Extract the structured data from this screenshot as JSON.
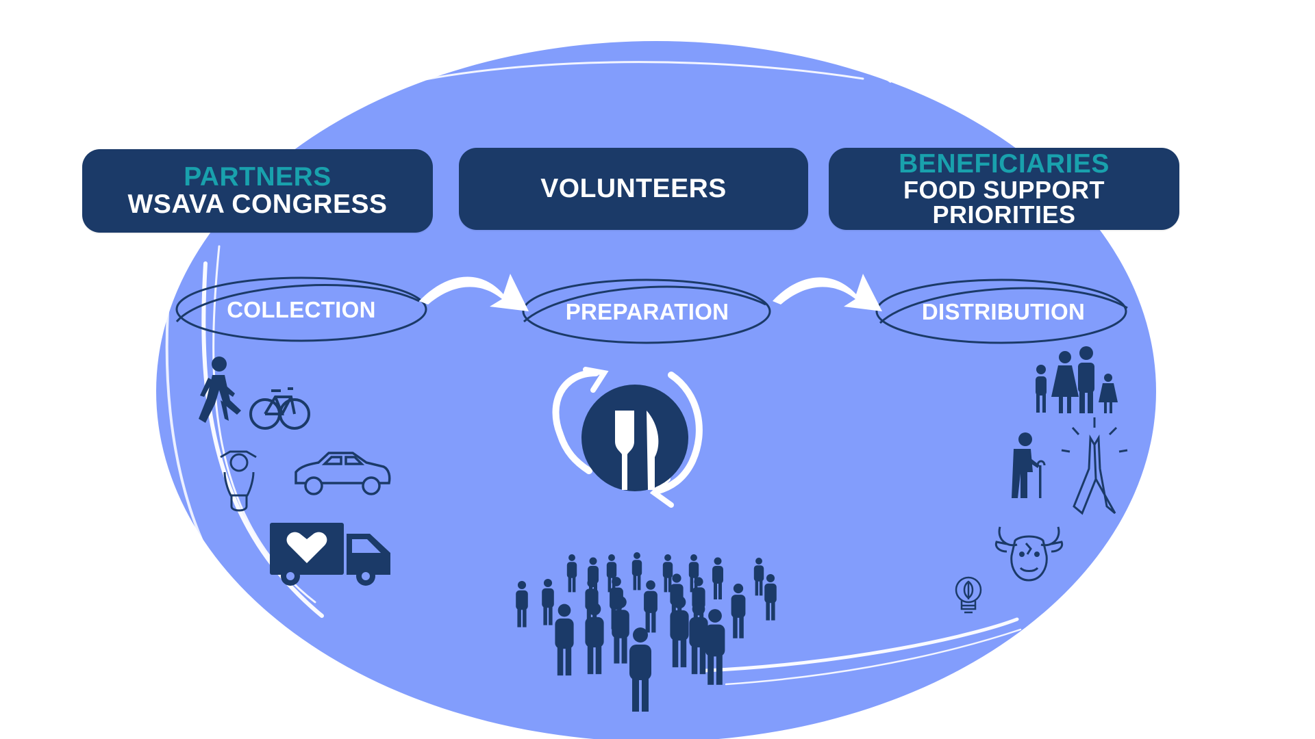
{
  "header": {
    "partners": {
      "accent": "PARTNERS",
      "main": "WSAVA CONGRESS"
    },
    "volunteers": {
      "main": "VOLUNTEERS"
    },
    "beneficiaries": {
      "accent": "BENEFICIARIES",
      "line1": "FOOD SUPPORT",
      "line2": "PRIORITIES"
    }
  },
  "stages": {
    "collection": "COLLECTION",
    "preparation": "PREPARATION",
    "distribution": "DISTRIBUTION"
  },
  "colors": {
    "ellipse": "#829dfc",
    "banner": "#1b3a68",
    "accent": "#19a1ad",
    "icon": "#1b3a68",
    "white": "#ffffff"
  },
  "icons": {
    "collection": [
      "walking-person-icon",
      "bicycle-icon",
      "scooter-icon",
      "car-icon",
      "delivery-truck-heart-icon"
    ],
    "preparation": [
      "cycle-arrows-icon",
      "fork-knife-plate-icon",
      "crowd-icon"
    ],
    "distribution": [
      "family-icon",
      "elderly-person-icon",
      "praying-hands-icon",
      "cow-head-icon",
      "lightbulb-leaf-icon"
    ]
  }
}
